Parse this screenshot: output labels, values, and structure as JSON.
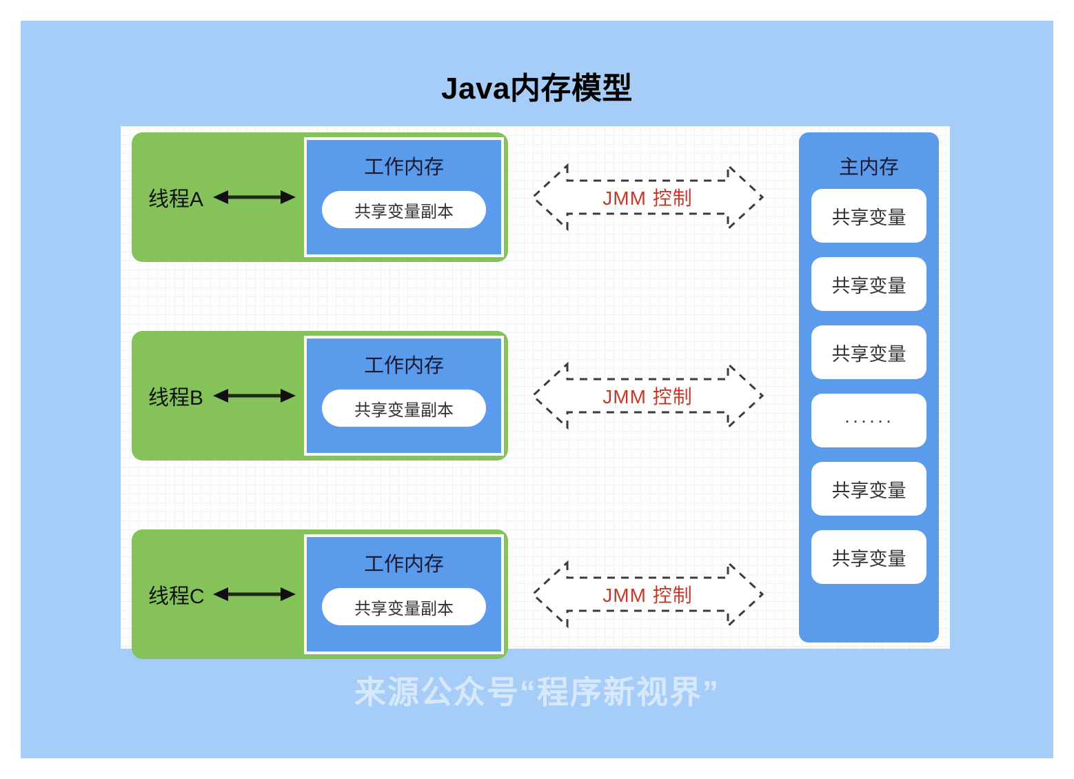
{
  "slide": {
    "title": "Java内存模型",
    "watermark": "来源公众号“程序新视界”",
    "colors": {
      "background": "#a6cdf7",
      "thread_green": "#86c25a",
      "memory_blue": "#5b9bec",
      "pill_white": "#ffffff",
      "jmm_label_red": "#c0392b",
      "canvas": "#fdfdfd"
    }
  },
  "diagram": {
    "threads": [
      {
        "label": "线程A",
        "arrow": "double-headed-arrow",
        "working_memory": {
          "title": "工作内存",
          "copy_label": "共享变量副本"
        },
        "jmm": {
          "label": "JMM 控制",
          "arrow": "dashed-double-block-arrow"
        }
      },
      {
        "label": "线程B",
        "arrow": "double-headed-arrow",
        "working_memory": {
          "title": "工作内存",
          "copy_label": "共享变量副本"
        },
        "jmm": {
          "label": "JMM 控制",
          "arrow": "dashed-double-block-arrow"
        }
      },
      {
        "label": "线程C",
        "arrow": "double-headed-arrow",
        "working_memory": {
          "title": "工作内存",
          "copy_label": "共享变量副本"
        },
        "jmm": {
          "label": "JMM 控制",
          "arrow": "dashed-double-block-arrow"
        }
      }
    ],
    "main_memory": {
      "title": "主内存",
      "variables": [
        "共享变量",
        "共享变量",
        "共享变量",
        "······",
        "共享变量",
        "共享变量"
      ]
    }
  }
}
